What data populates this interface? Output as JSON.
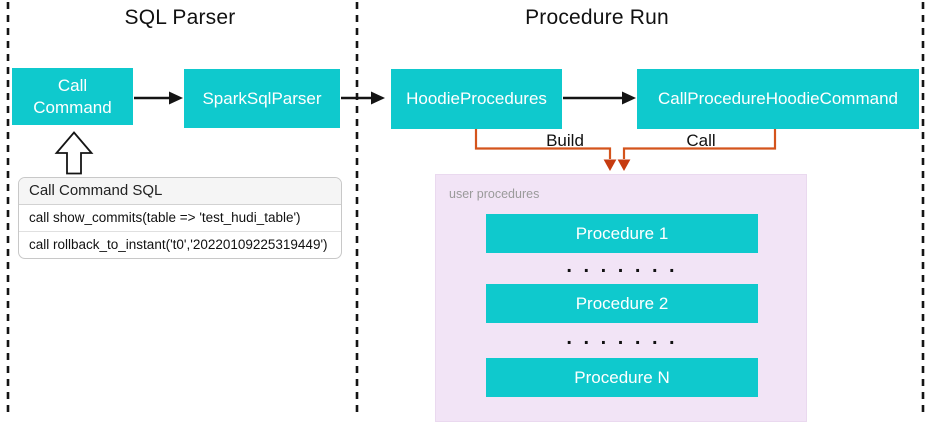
{
  "sections": {
    "left": {
      "title": "SQL Parser"
    },
    "right": {
      "title": "Procedure Run"
    }
  },
  "nodes": {
    "call_command": "Call\nCommand",
    "spark_sql_parser": "SparkSqlParser",
    "hoodie_procedures": "HoodieProcedures",
    "call_procedure_hoodie_command": "CallProcedureHoodieCommand"
  },
  "edge_labels": {
    "build": "Build",
    "call": "Call"
  },
  "sql_box": {
    "title": "Call Command SQL",
    "rows": [
      "call show_commits(table => 'test_hudi_table')",
      "call rollback_to_instant('t0','20220109225319449')"
    ]
  },
  "user_procedures": {
    "label": "user procedures",
    "items": [
      "Procedure 1",
      "Procedure 2",
      "Procedure N"
    ],
    "ellipsis": ". . . . . . ."
  },
  "colors": {
    "node_teal": "#0fc9cd",
    "panel_pink": "#f2e4f6",
    "edge_orange": "#d4541c",
    "arrow_red": "#c63b10",
    "line_black": "#141414"
  }
}
